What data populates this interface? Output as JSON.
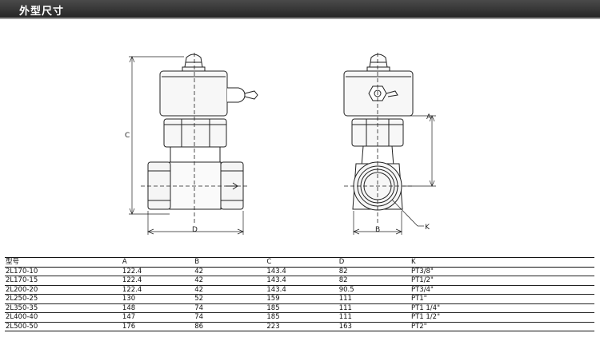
{
  "header": {
    "title": "外型尺寸"
  },
  "drawing": {
    "front_labels": {
      "c": "C",
      "d": "D"
    },
    "side_labels": {
      "a": "A",
      "b": "B",
      "k": "K"
    }
  },
  "table": {
    "headers": [
      "型号",
      "A",
      "B",
      "C",
      "D",
      "K"
    ],
    "rows": [
      [
        "2L170-10",
        "122.4",
        "42",
        "143.4",
        "82",
        "PT3/8\""
      ],
      [
        "2L170-15",
        "122.4",
        "42",
        "143.4",
        "82",
        "PT1/2\""
      ],
      [
        "2L200-20",
        "122.4",
        "42",
        "143.4",
        "90.5",
        "PT3/4\""
      ],
      [
        "2L250-25",
        "130",
        "52",
        "159",
        "111",
        "PT1\""
      ],
      [
        "2L350-35",
        "148",
        "74",
        "185",
        "111",
        "PT1 1/4\""
      ],
      [
        "2L400-40",
        "147",
        "74",
        "185",
        "111",
        "PT1 1/2\""
      ],
      [
        "2L500-50",
        "176",
        "86",
        "223",
        "163",
        "PT2\""
      ]
    ]
  }
}
